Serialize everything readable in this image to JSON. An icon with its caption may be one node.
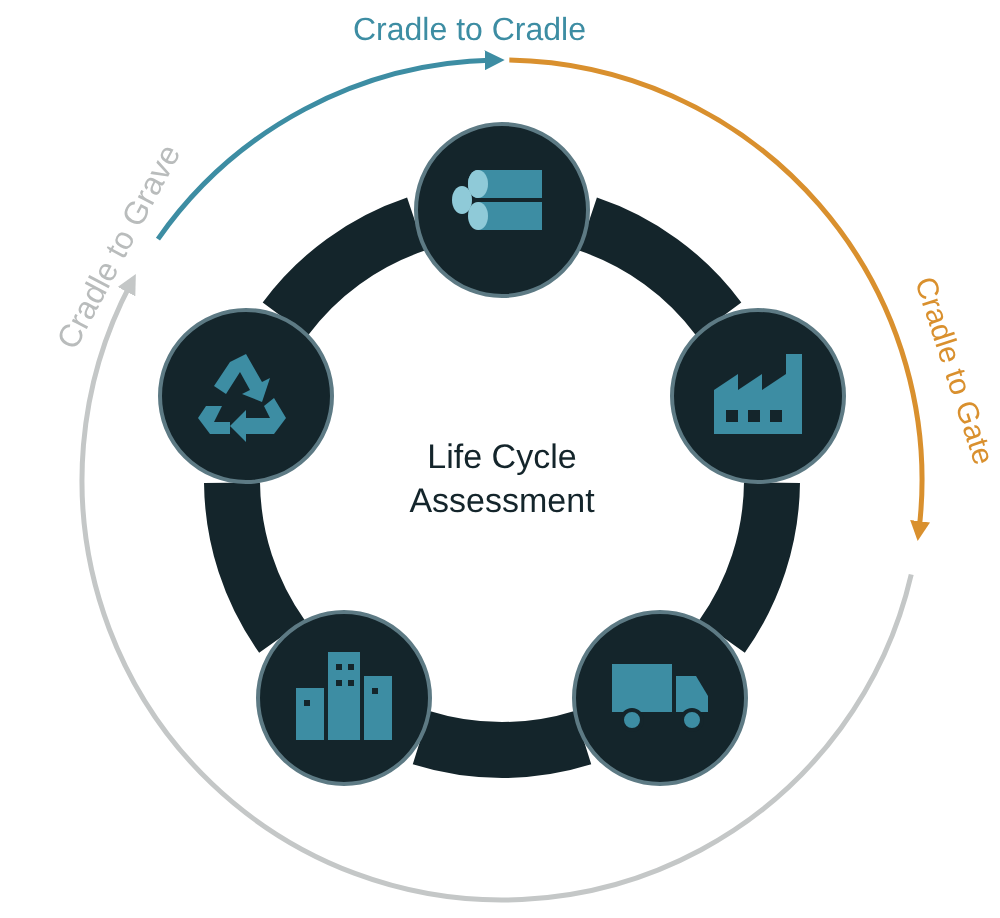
{
  "diagram": {
    "nodes": [
      {
        "text": [],
        "shape": "circle"
      },
      {
        "text": [],
        "shape": "circle"
      },
      {
        "text": [],
        "shape": "circle"
      },
      {
        "text": [],
        "shape": "circle"
      },
      {
        "text": [],
        "shape": "circle"
      }
    ],
    "edges": [
      {
        "from": 0,
        "to": 1,
        "arrow": "none"
      },
      {
        "from": 1,
        "to": 2,
        "arrow": "none"
      },
      {
        "from": 2,
        "to": 3,
        "arrow": "none"
      },
      {
        "from": 3,
        "to": 4,
        "arrow": "none"
      },
      {
        "from": 4,
        "to": 0,
        "arrow": "none"
      }
    ],
    "labels": [
      "Cradle to Cradle",
      "Cradle to Grave",
      "Cradle to Gate",
      "Life Cycle Assessment"
    ]
  }
}
